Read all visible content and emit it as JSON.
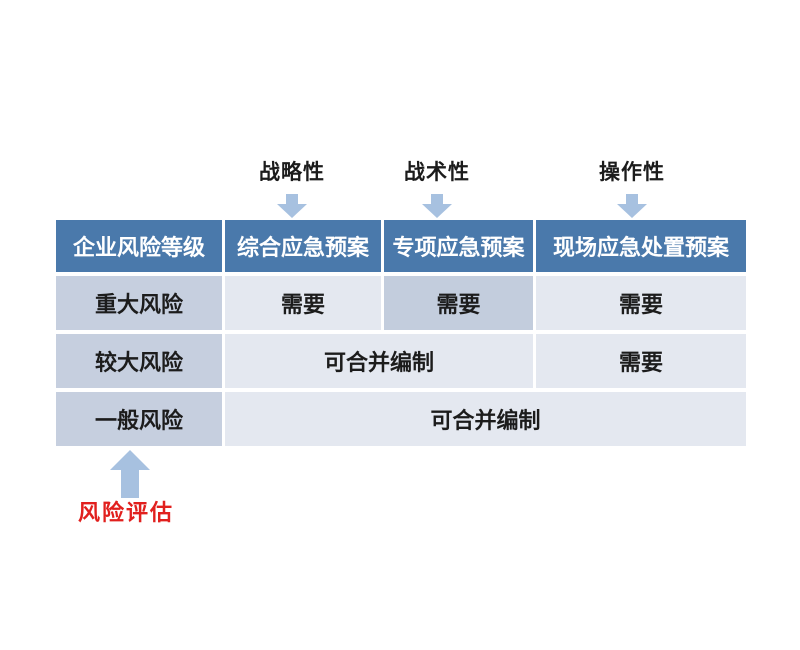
{
  "colors": {
    "header_bg": "#4a79ab",
    "header_text": "#ffffff",
    "row_label_bg": "#c6cfdf",
    "cell_light_bg": "#e4e8f0",
    "cell_highlight_bg": "#c3cddd",
    "body_text": "#1c1c1c",
    "arrow_fill": "#a7c1e0",
    "annotation_red": "#e1201e"
  },
  "top_annotations": [
    {
      "label": "战略性",
      "icon": "down-arrow-icon"
    },
    {
      "label": "战术性",
      "icon": "down-arrow-icon"
    },
    {
      "label": "操作性",
      "icon": "down-arrow-icon"
    }
  ],
  "table": {
    "headers": [
      "企业风险等级",
      "综合应急预案",
      "专项应急预案",
      "现场应急处置预案"
    ],
    "rows": [
      {
        "level": "重大风险",
        "cells": [
          "需要",
          "需要",
          "需要"
        ]
      },
      {
        "level": "较大风险",
        "merged": "可合并编制",
        "cells": [
          "需要"
        ]
      },
      {
        "level": "一般风险",
        "merged": "可合并编制",
        "cells": []
      }
    ]
  },
  "bottom_annotation": {
    "label": "风险评估",
    "icon": "up-arrow-icon"
  }
}
